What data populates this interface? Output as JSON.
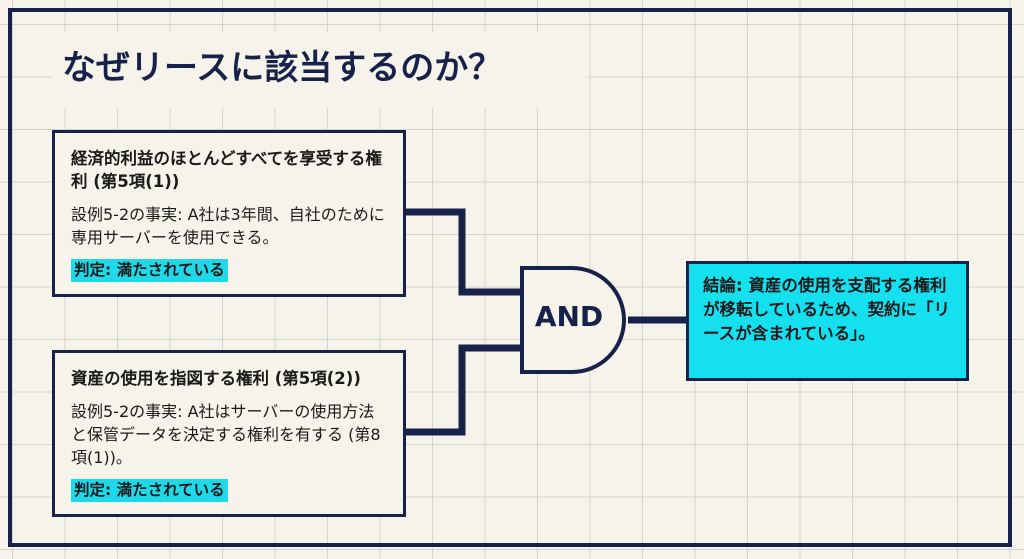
{
  "title": "なぜリースに該当するのか？",
  "inputs": [
    {
      "heading": "経済的利益のほとんどすべてを享受する権利 (第5項(1))",
      "fact": "設例5-2の事実: A社は3年間、自社のために専用サーバーを使用できる。",
      "verdict": "判定: 満たされている"
    },
    {
      "heading": "資産の使用を指図する権利 (第5項(2))",
      "fact": "設例5-2の事実: A社はサーバーの使用方法と保管データを決定する権利を有する (第8項(1))。",
      "verdict": "判定: 満たされている"
    }
  ],
  "gate": {
    "label": "AND"
  },
  "conclusion": "結論: 資産の使用を支配する権利が移転しているため、契約に「リースが含まれている」。",
  "colors": {
    "navy": "#16224a",
    "highlight": "#1fd8e8",
    "conclusion_bg": "#14e0f0",
    "background": "#f5f3ea"
  }
}
